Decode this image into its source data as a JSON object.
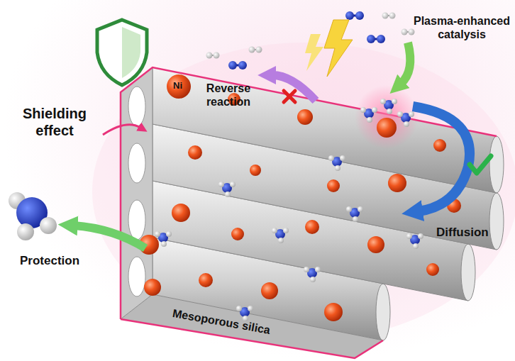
{
  "diagram": {
    "labels": [
      "Plasma-enhanced catalysis",
      "Reverse reaction",
      "Shielding effect",
      "Ni",
      "Protection",
      "Diffusion",
      "Mesoporous silica"
    ]
  }
}
